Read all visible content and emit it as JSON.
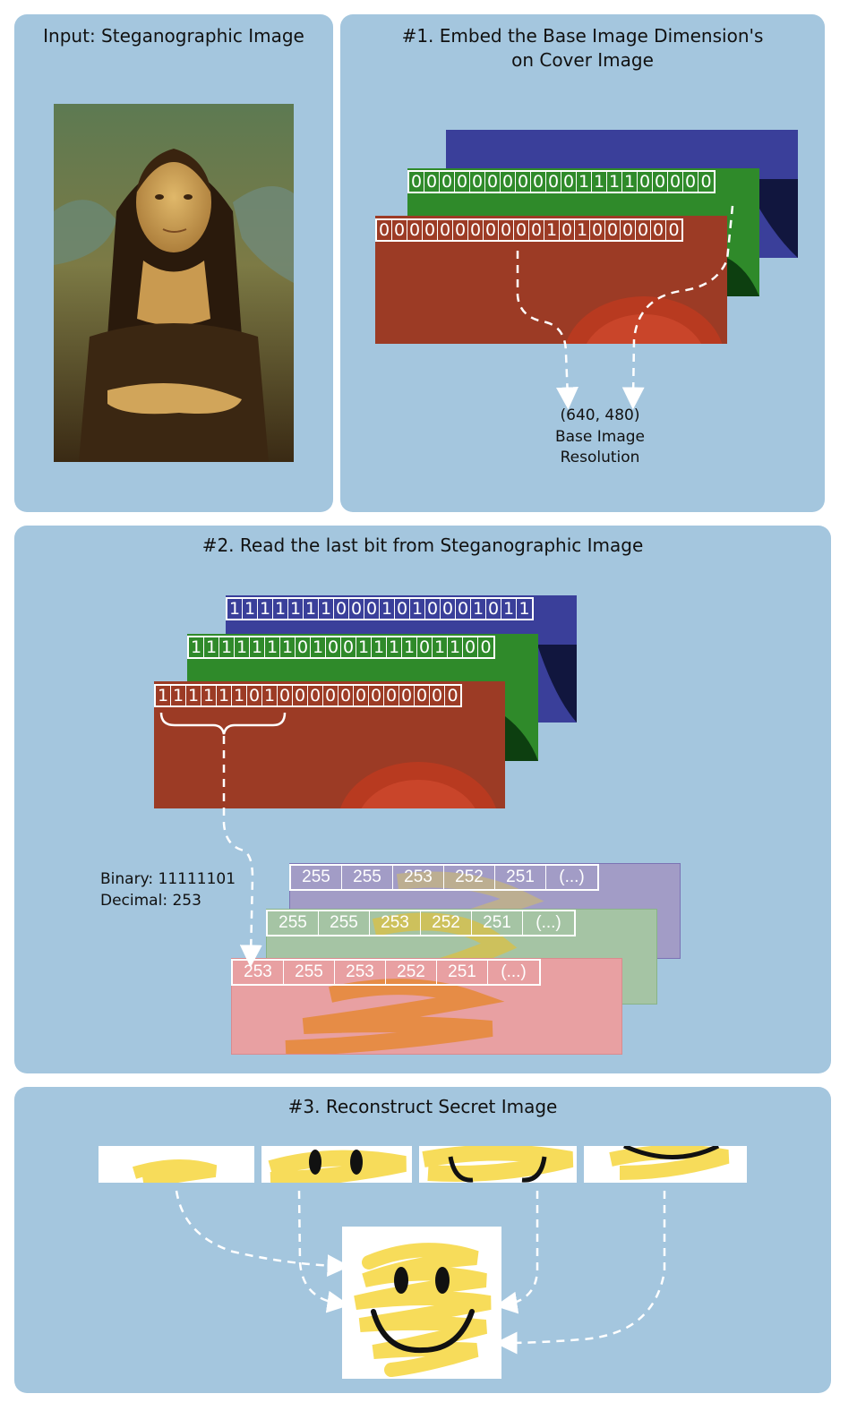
{
  "panels": {
    "input_title": "Input: Steganographic Image",
    "step1_title_line1": "#1. Embed the Base Image Dimension's",
    "step1_title_line2": "on Cover Image",
    "step2_title": "#2. Read the last bit from Steganographic Image",
    "step3_title": "#3. Reconstruct Secret Image"
  },
  "step1": {
    "green_bits": "00000000000111100000",
    "red_bits": "00000000000101000000",
    "result_line1": "(640, 480)",
    "result_line2": "Base Image",
    "result_line3": "Resolution"
  },
  "step2": {
    "blue_bits": "11111110001010001011",
    "green_bits": "11111110100111101100",
    "red_bits": "11111101000000000000",
    "binary_label": "Binary: 11111101",
    "decimal_label": "Decimal: 253",
    "purple_values": [
      "255",
      "255",
      "253",
      "252",
      "251",
      "(...)"
    ],
    "green_values": [
      "255",
      "255",
      "253",
      "252",
      "251",
      "(...)"
    ],
    "pink_values": [
      "253",
      "255",
      "253",
      "252",
      "251",
      "(...)"
    ]
  },
  "colors": {
    "panel_bg": "#a4c6de",
    "red_channel": "#9c3b25",
    "green_channel": "#2f8a2a",
    "blue_channel": "#3a3f9a",
    "smiley_yellow": "#f7dc5a"
  },
  "icons": [
    "mona-lisa-painting",
    "smiley-face"
  ]
}
